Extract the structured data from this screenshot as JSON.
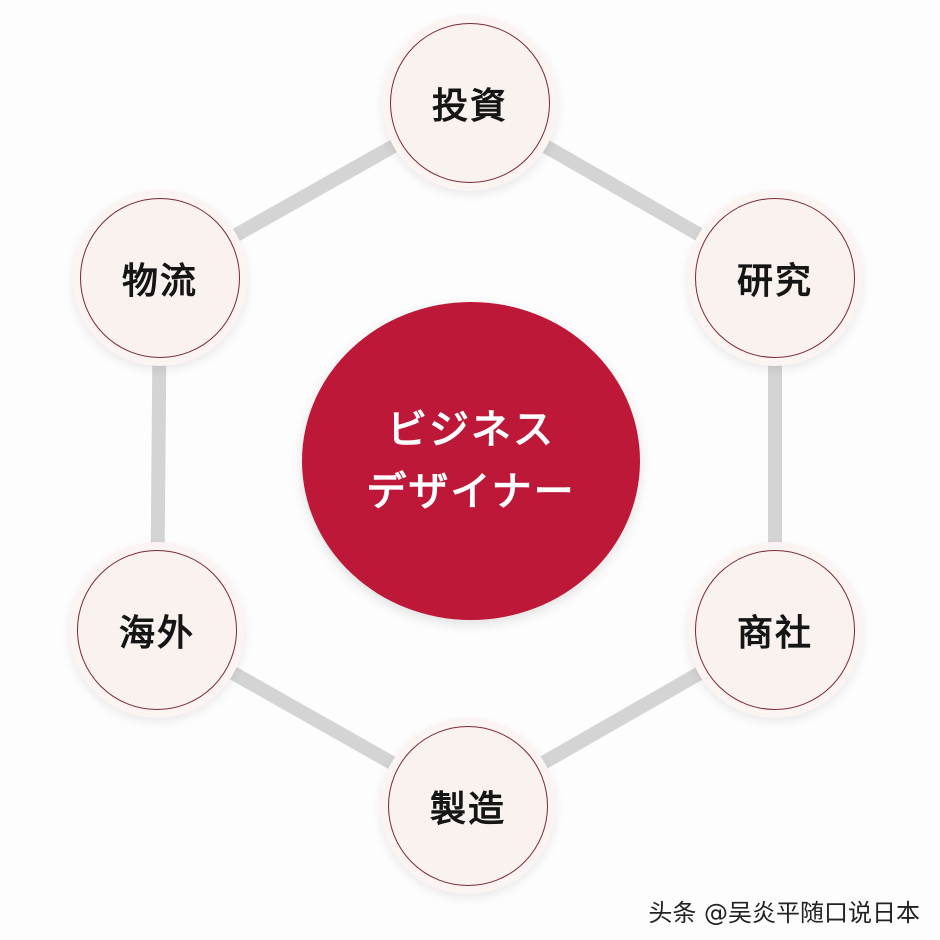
{
  "diagram": {
    "center": {
      "line1": "ビジネス",
      "line2": "デザイナー",
      "color": "#be1839"
    },
    "nodes": [
      {
        "id": "top",
        "label": "投資"
      },
      {
        "id": "upper-right",
        "label": "研究"
      },
      {
        "id": "lower-right",
        "label": "商社"
      },
      {
        "id": "bottom",
        "label": "製造"
      },
      {
        "id": "lower-left",
        "label": "海外"
      },
      {
        "id": "upper-left",
        "label": "物流"
      }
    ],
    "node_fill": "#f9f2ee",
    "node_border": "#7a2a35",
    "connector_color": "#d4d4d4"
  },
  "watermark": "头条 @吴炎平随口说日本"
}
